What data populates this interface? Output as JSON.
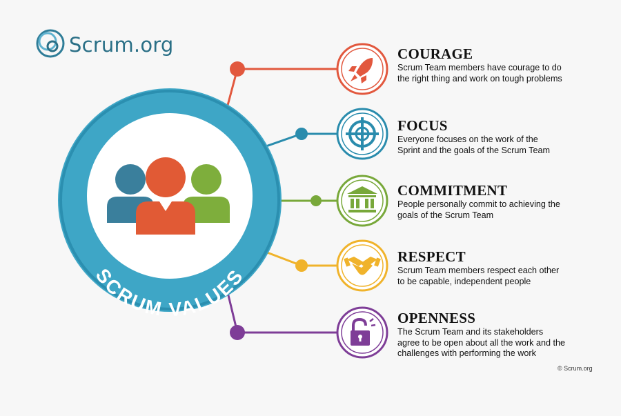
{
  "logo": {
    "text": "Scrum.org",
    "icon": "scrum-logo-icon"
  },
  "hub": {
    "label": "SCRUM VALUES",
    "icon": "team-people-icon"
  },
  "values": [
    {
      "key": "courage",
      "title": "COURAGE",
      "description": "Scrum Team members have courage to do the right thing and work on tough problems",
      "color": "#e2583e",
      "icon": "rocket-icon"
    },
    {
      "key": "focus",
      "title": "FOCUS",
      "description": "Everyone focuses on the work of the Sprint and the goals of the Scrum Team",
      "color": "#2a8cad",
      "icon": "target-icon"
    },
    {
      "key": "commitment",
      "title": "COMMITMENT",
      "description": "People personally commit to achieving the goals of the Scrum Team",
      "color": "#78a83a",
      "icon": "building-columns-icon"
    },
    {
      "key": "respect",
      "title": "RESPECT",
      "description": "Scrum Team members respect each other to be capable, independent people",
      "color": "#f0b32b",
      "icon": "handshake-icon"
    },
    {
      "key": "openness",
      "title": "OPENNESS",
      "description": "The Scrum Team and its stakeholders agree to be open about all the work and the challenges with performing the work",
      "color": "#7e3d97",
      "icon": "unlocked-padlock-icon"
    }
  ],
  "copyright": "© Scrum.org",
  "colors": {
    "hub_ring": "#3ea6c6",
    "person_blue": "#3a7f9c",
    "person_orange": "#e15a35",
    "person_green": "#7eae3c"
  }
}
